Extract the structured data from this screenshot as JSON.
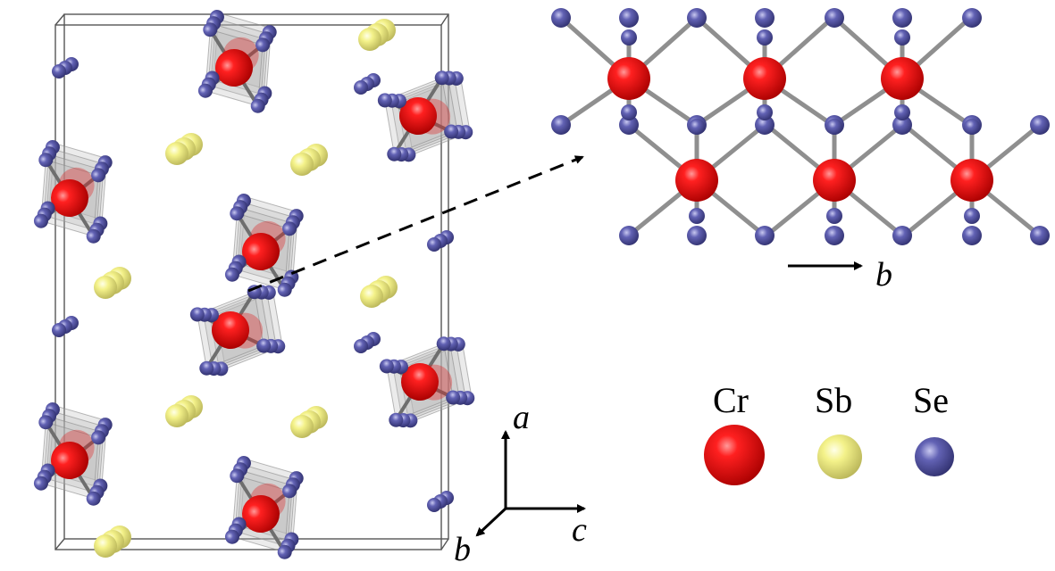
{
  "legend": {
    "items": [
      {
        "symbol": "Cr",
        "color": "#e00d0d"
      },
      {
        "symbol": "Sb",
        "color": "#f2f07e"
      },
      {
        "symbol": "Se",
        "color": "#5c5cae"
      }
    ]
  },
  "axes": {
    "a": "a",
    "b": "b",
    "c": "c",
    "chain_axis": "b"
  },
  "colors": {
    "cr": "#e00d0d",
    "sb": "#f4f28a",
    "se": "#6262b4",
    "bond": "#9a9a9a",
    "polyhedron": "#b8b8b8",
    "cell": "#555555"
  }
}
